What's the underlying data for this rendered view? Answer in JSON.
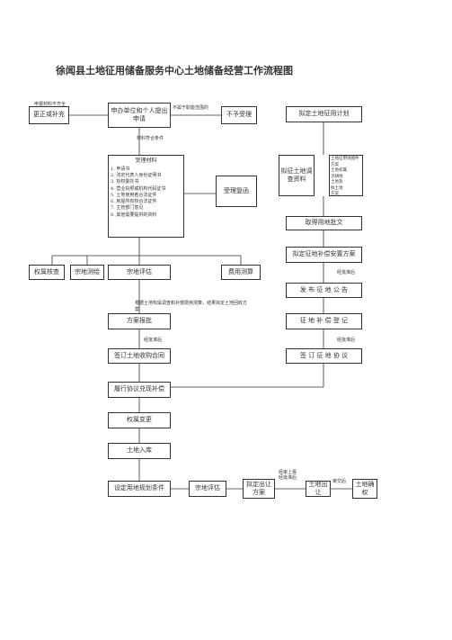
{
  "title": "徐闻县土地征用储备服务中心土地储备经营工作流程图",
  "boxes": {
    "correct": "更正或补充",
    "apply": "申办单位和个人提出申请",
    "reject": "不予受理",
    "plan_land": "拟定土地征用计划",
    "accept_title": "受理材料",
    "review": "受理复函",
    "survey": "拟征土地调查资料",
    "get_approval": "取得用地批文",
    "compensation": "拟定征地补偿安置方案",
    "ownership_check": "权属核查",
    "parcel_survey": "宗地测绘",
    "parcel_eval": "宗地评估",
    "cost_calc": "费用测算",
    "announce": "发 布 征 地 公 告",
    "plan_submit": "方案报批",
    "register": "征 地 补 偿 登 记",
    "sign_purchase": "签订土地收购合同",
    "sign_agreement": "签 订 征 地 协 议",
    "fulfill": "履行协议兑现补偿",
    "ownership_change": "权属变更",
    "storage": "土地入库",
    "set_conditions": "设定用地规划条件",
    "parcel_eval2": "宗地评估",
    "sale_plan": "拟定出让方案",
    "land_sale": "土地出让",
    "land_use": "土地确权"
  },
  "accept_items": [
    "1. 申请书",
    "2. 法定代表人身份证明书",
    "3. 授权委托书",
    "4. 营业执照或机构代码证书",
    "5. 土地使用者合法证件",
    "6. 房屋所有权合法证件",
    "7. 主管部门意见",
    "8. 其他需要提供的资料"
  ],
  "survey_items": [
    "土地征用地图件方案",
    "土地权属",
    "涉耕地",
    "土地及",
    "拟土地",
    "方案"
  ],
  "labels": {
    "insufficient": "申报材料不齐全",
    "not_in_scope": "不属于职能范围的",
    "qualified": "材料符合条件",
    "approved1": "经批准后",
    "approved2": "经批准后",
    "approved3": "经批准后",
    "note_plan": "根据土地权属调查和补偿费用测算，结果拟定土地回收方案",
    "gov_approved": "经审上报\n经批准后",
    "after_approval": "审交后"
  }
}
